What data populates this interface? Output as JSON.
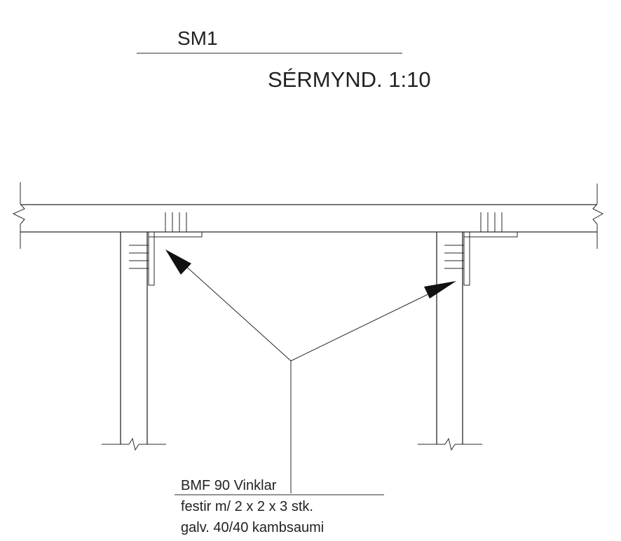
{
  "drawing": {
    "id_label": "SM1",
    "title": "SÉRMYND. 1:10",
    "note_lines": [
      "BMF 90 Vinklar",
      "festir m/ 2 x 2 x 3 stk.",
      "galv. 40/40 kambsaumi"
    ]
  }
}
